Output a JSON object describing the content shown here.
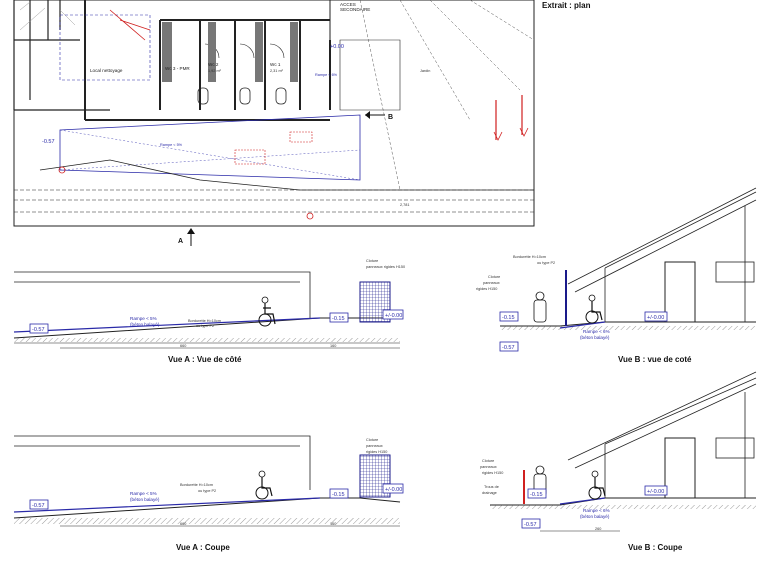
{
  "plan": {
    "title": "Extrait : plan",
    "acces_1": "ACCES",
    "acces_2": "SECONDAIRE",
    "local_nettoyage": "Local nettoyage",
    "wc_pmr": "Wc 3 - PMR",
    "wc2": "Wc 2",
    "wc2_area": "1,92 m²",
    "wc1": "Wc 1",
    "wc1_area": "2,31 m²",
    "rampe_right": "Rampe < 6%",
    "rampe_center": "Rampe < 5%",
    "jardin": "Jardin",
    "label_b": "B",
    "label_a": "A",
    "dim_bottom": "2,781",
    "level_left": "-0.57",
    "level_top": "+0.00"
  },
  "vueA_side": {
    "level_left": "-0.57",
    "level_mid": "-0.15",
    "level_right": "+/-0.00",
    "rampe_1": "Rampe < 5%",
    "rampe_2": "(béton balayé)",
    "bordurette_1": "Bordurette H=10cm",
    "bordurette_2": "ou type P2",
    "cloture_1": "Cloture",
    "cloture_2": "panneaux rigides H150",
    "dim_1": "660",
    "dim_2": "160"
  },
  "vueB_side": {
    "level_a": "-0.15",
    "level_b": "-0.57",
    "level_c": "+/-0.00",
    "rampe_1": "Rampe < 6%",
    "rampe_2": "(béton balayé)",
    "bordurette_1": "Bordurette H=10cm",
    "bordurette_2": "ou type P2",
    "cloture_1": "Cloture",
    "cloture_2": "panneaux",
    "cloture_3": "rigides H150"
  },
  "vueA_coupe": {
    "level_left": "-0.57",
    "level_mid": "-0.15",
    "level_right": "+/-0.00",
    "rampe_1": "Rampe < 5%",
    "rampe_2": "(béton balayé)",
    "bordurette_1": "Bordurette H=10cm",
    "bordurette_2": "ou type P2",
    "cloture_1": "Cloture",
    "cloture_2": "panneaux",
    "cloture_3": "rigides H150",
    "dim_1": "660",
    "dim_2": "160"
  },
  "vueB_coupe": {
    "level_a": "-0.15",
    "level_b": "-0.57",
    "level_c": "+/-0.00",
    "rampe_1": "Rampe < 6%",
    "rampe_2": "(béton balayé)",
    "cloture_1": "Cloture",
    "cloture_2": "panneaux",
    "cloture_3": "rigides H150",
    "trous_1": "Trous de",
    "trous_2": "drainage",
    "dim_1": "260"
  },
  "captions": {
    "vueA_cote": "Vue A : Vue de côté",
    "vueB_cote": "Vue B : vue de coté",
    "vueA_coupe": "Vue A : Coupe",
    "vueB_coupe": "Vue B : Coupe"
  },
  "colors": {
    "annotation_blue": "#2a2aa8",
    "fence_blue": "#1a1a8a",
    "marker_red": "#d02020"
  }
}
